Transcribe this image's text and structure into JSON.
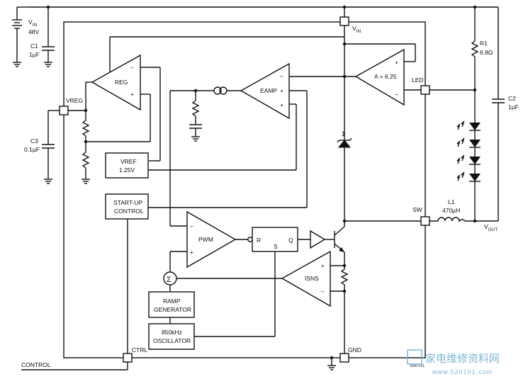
{
  "pins": {
    "vin": "V",
    "vin_sub": "IN",
    "vreg": "VREG",
    "led": "LED",
    "sw": "SW",
    "ctrl": "CTRL",
    "gnd": "GND"
  },
  "supply": {
    "name": "V",
    "name_sub": "IN",
    "value": "48V"
  },
  "components": {
    "c1": {
      "name": "C1",
      "value": "1µF"
    },
    "c2": {
      "name": "C2",
      "value": "1µF"
    },
    "c3": {
      "name": "C3",
      "value": "0.1µF"
    },
    "r1": {
      "name": "R1",
      "value": "6.8Ω"
    },
    "l1": {
      "name": "L1",
      "value": "470µH"
    }
  },
  "blocks": {
    "reg": "REG",
    "eamp": "EAMP",
    "amp_gain": "A = 6.25",
    "vref_line1": "VREF",
    "vref_line2": "1.25V",
    "startup_line1": "START-UP",
    "startup_line2": "CONTROL",
    "pwm": "PWM",
    "isns": "ISNS",
    "ramp_line1": "RAMP",
    "ramp_line2": "GENERATOR",
    "osc_line1": "850kHz",
    "osc_line2": "OSCILLATOR",
    "sum": "Σ"
  },
  "latch": {
    "r": "R",
    "s": "S",
    "q": "Q"
  },
  "signs": {
    "minus": "–",
    "plus": "+"
  },
  "outputs": {
    "vout": "V",
    "vout_sub": "OUT",
    "control": "CONTROL"
  },
  "figure_id": "3590 F01",
  "watermark": {
    "title": "家电维修资料网",
    "url": "www.520101.com"
  }
}
